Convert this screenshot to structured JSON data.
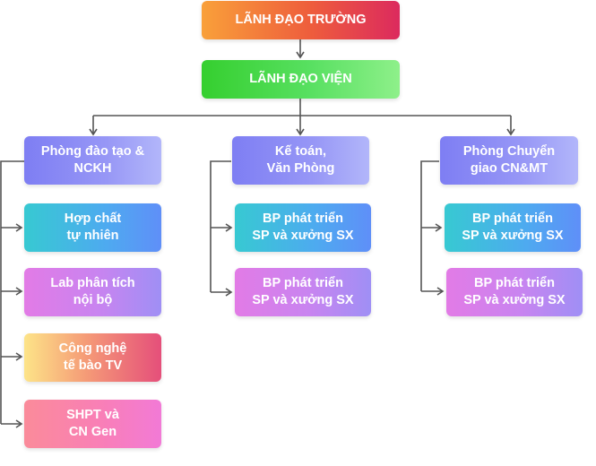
{
  "org_chart": {
    "top": {
      "label": "LÃNH ĐẠO TRƯỜNG",
      "color": "#ee5d3c"
    },
    "institute": {
      "label": "LÃNH ĐẠO VIỆN",
      "color": "#35cf2f"
    },
    "departments": [
      {
        "label": "Phòng đào tạo &\nNCKH",
        "children": [
          "Hợp chất\ntự nhiên",
          "Lab phân tích\nnội bộ",
          "Công nghệ\ntế bào TV",
          "SHPT và\nCN Gen"
        ]
      },
      {
        "label": "Kế toán,\nVăn Phòng",
        "children": [
          "BP phát triển\nSP và xưởng SX",
          "BP phát triển\nSP và xưởng SX"
        ]
      },
      {
        "label": "Phòng Chuyển\ngiao CN&MT",
        "children": [
          "BP phát triển\nSP và xưởng SX",
          "BP phát triển\nSP và xưởng SX"
        ]
      }
    ],
    "connector_color": "#555555"
  }
}
